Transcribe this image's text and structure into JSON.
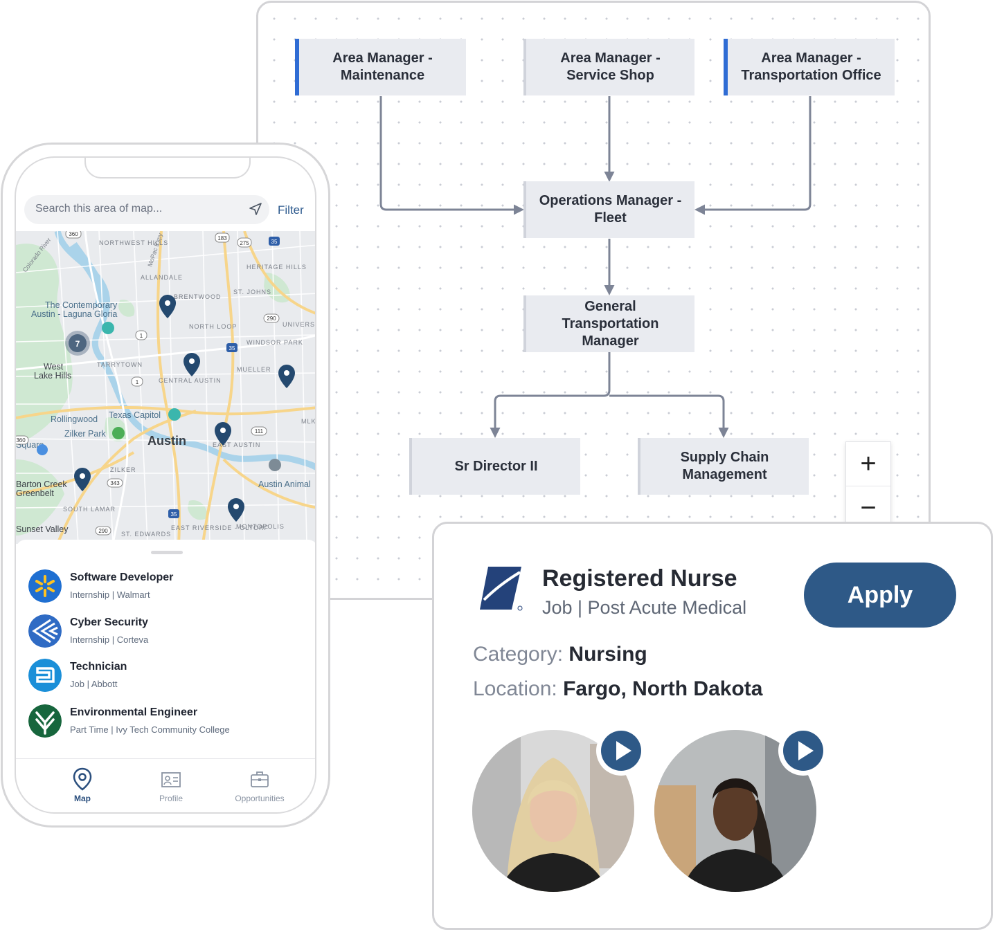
{
  "org_chart": {
    "nodes": [
      {
        "id": "am_maintenance",
        "label": "Area Manager -\nMaintenance"
      },
      {
        "id": "am_service_shop",
        "label": "Area Manager -\nService Shop"
      },
      {
        "id": "am_transport_office",
        "label": "Area Manager -\nTransportation Office"
      },
      {
        "id": "ops_manager_fleet",
        "label": "Operations Manager -\nFleet"
      },
      {
        "id": "general_transport_manager",
        "label": "General\nTransportation\nManager"
      },
      {
        "id": "sr_director",
        "label": "Sr Director II"
      },
      {
        "id": "supply_chain",
        "label": "Supply Chain\nManagement"
      }
    ],
    "edges": [
      [
        "am_maintenance",
        "ops_manager_fleet"
      ],
      [
        "am_service_shop",
        "ops_manager_fleet"
      ],
      [
        "am_transport_office",
        "ops_manager_fleet"
      ],
      [
        "ops_manager_fleet",
        "general_transport_manager"
      ],
      [
        "general_transport_manager",
        "sr_director"
      ],
      [
        "general_transport_manager",
        "supply_chain"
      ]
    ],
    "zoom_in": "+",
    "zoom_out": "−"
  },
  "phone": {
    "search_placeholder": "Search this area of map...",
    "filter_label": "Filter",
    "map": {
      "city_label": "Austin",
      "cluster_count": "7",
      "labels": [
        "NORTHWEST HILLS",
        "HERITAGE HILLS",
        "ALLANDALE",
        "BRENTWOOD",
        "ST. JOHNS",
        "The Contemporary",
        "Austin - Laguna Gloria",
        "NORTH LOOP",
        "UNIVERSITY HILLS",
        "WINDSOR PARK",
        "West",
        "Lake Hills",
        "TARRYTOWN",
        "MUELLER",
        "CENTRAL AUSTIN",
        "Rollingwood",
        "Texas Capitol",
        "Zilker Park",
        "EAST AUSTIN",
        "MLK",
        "ZILKER",
        "Barton Creek",
        "Greenbelt",
        "Austin Animal",
        "SOUTH LAMAR",
        "EAST RIVERSIDE - OLTORF",
        "MONTOPOLIS",
        "Sunset Valley",
        "ST. EDWARDS",
        "Colorado River",
        "MoPac Expy",
        "Square"
      ],
      "road_shields": [
        "360",
        "183",
        "275",
        "35",
        "290",
        "1",
        "35",
        "1",
        "360",
        "111",
        "343",
        "35",
        "290"
      ]
    },
    "jobs": [
      {
        "title": "Software Developer",
        "subtitle": "Internship | Walmart",
        "logo_color": "#1f6fd1"
      },
      {
        "title": "Cyber Security",
        "subtitle": "Internship | Corteva",
        "logo_color": "#2f6bc4"
      },
      {
        "title": "Technician",
        "subtitle": "Job | Abbott",
        "logo_color": "#1b8fd8"
      },
      {
        "title": "Environmental Engineer",
        "subtitle": "Part Time | Ivy Tech Community College",
        "logo_color": "#17663d"
      }
    ],
    "tabs": [
      {
        "label": "Map",
        "icon": "map-pin-icon"
      },
      {
        "label": "Profile",
        "icon": "profile-card-icon"
      },
      {
        "label": "Opportunities",
        "icon": "briefcase-icon"
      }
    ]
  },
  "job_card": {
    "title": "Registered Nurse",
    "subtitle": "Job | Post Acute Medical",
    "apply_label": "Apply",
    "category_label": "Category:",
    "category_value": "Nursing",
    "location_label": "Location:",
    "location_value": "Fargo, North Dakota",
    "accent_color": "#2e5987"
  }
}
